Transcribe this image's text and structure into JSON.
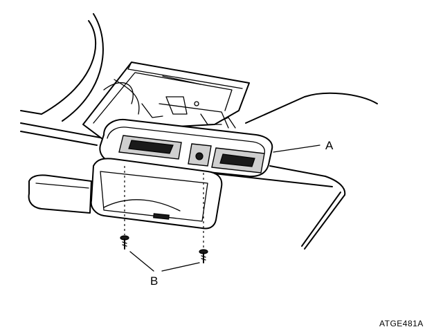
{
  "labels": {
    "callout_a": "A",
    "callout_b": "B"
  },
  "figure_code": "ATGE481A",
  "colors": {
    "ink": "#000000",
    "background": "#ffffff"
  }
}
